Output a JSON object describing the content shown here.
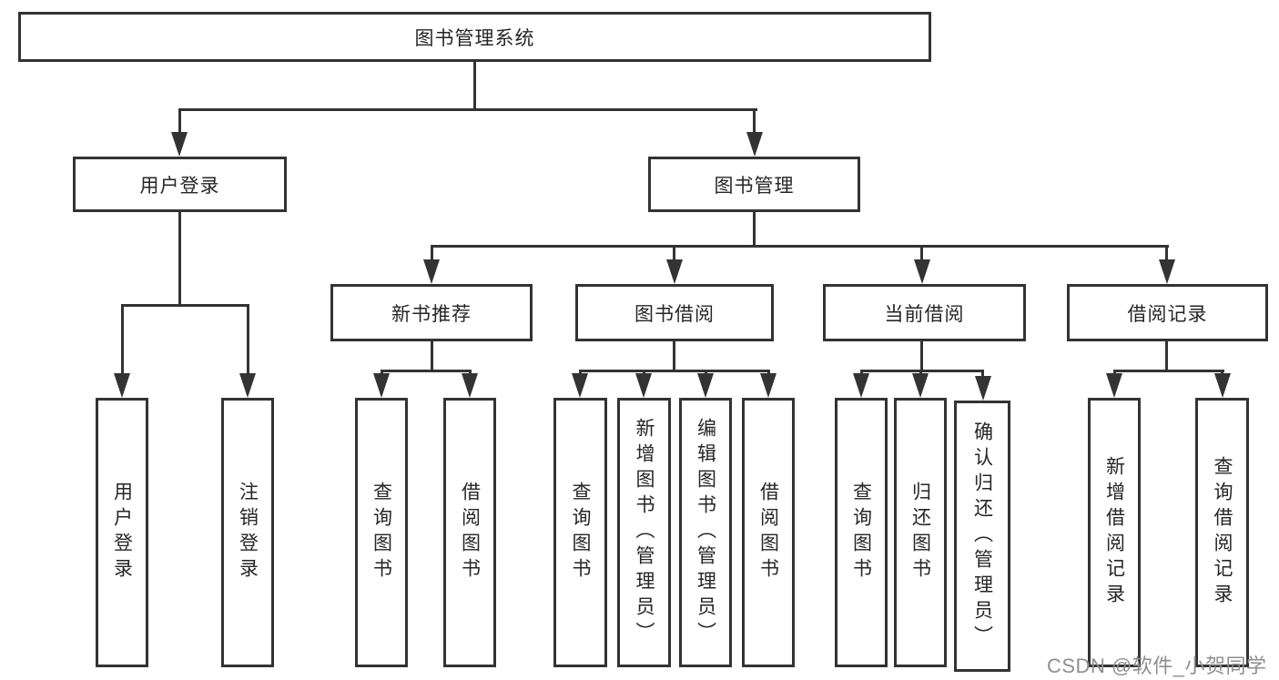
{
  "tree": {
    "root": {
      "label": "图书管理系统",
      "children": [
        {
          "label": "用户登录",
          "children": [
            {
              "label": "用户登录"
            },
            {
              "label": "注销登录"
            }
          ]
        },
        {
          "label": "图书管理",
          "children": [
            {
              "label": "新书推荐",
              "children": [
                {
                  "label": "查询图书"
                },
                {
                  "label": "借阅图书"
                }
              ]
            },
            {
              "label": "图书借阅",
              "children": [
                {
                  "label": "查询图书"
                },
                {
                  "label": "新增图书（管理员）"
                },
                {
                  "label": "编辑图书（管理员）"
                },
                {
                  "label": "借阅图书"
                }
              ]
            },
            {
              "label": "当前借阅",
              "children": [
                {
                  "label": "查询图书"
                },
                {
                  "label": "归还图书"
                },
                {
                  "label": "确认归还（管理员）"
                }
              ]
            },
            {
              "label": "借阅记录",
              "children": [
                {
                  "label": "新增借阅记录"
                },
                {
                  "label": "查询借阅记录"
                }
              ]
            }
          ]
        }
      ]
    }
  },
  "colors": {
    "line": "#333333",
    "text": "#262626",
    "watermark_text": "#8f8f8f",
    "background": "#ffffff"
  },
  "watermark": {
    "text": "CSDN @软件_小贺同学"
  }
}
